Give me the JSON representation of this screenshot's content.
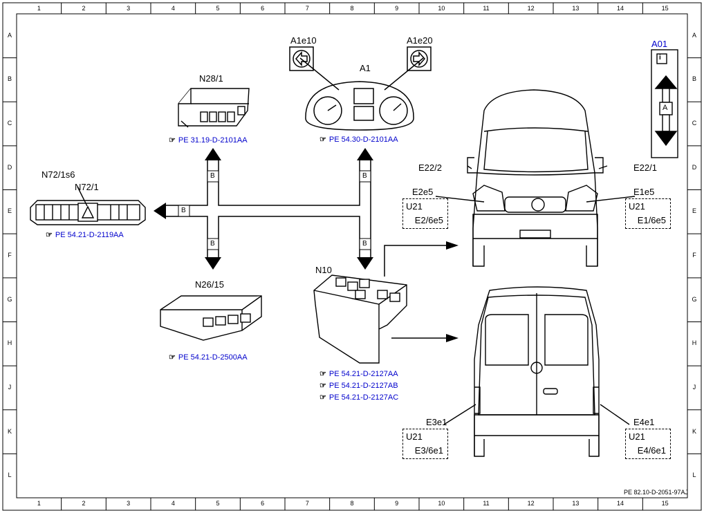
{
  "frame": {
    "columns": [
      "1",
      "2",
      "3",
      "4",
      "5",
      "6",
      "7",
      "8",
      "9",
      "10",
      "11",
      "12",
      "13",
      "14",
      "15"
    ],
    "rows": [
      "A",
      "B",
      "C",
      "D",
      "E",
      "F",
      "G",
      "H",
      "J",
      "K",
      "L"
    ]
  },
  "document_id": "PE 82.10-D-2051-97AJ",
  "nav": {
    "label": "A01",
    "info_icon": "info-icon",
    "marker": "A"
  },
  "components": {
    "a1": {
      "label": "A1",
      "ref": "PE 54.30-D-2101AA"
    },
    "a1e10": {
      "label": "A1e10"
    },
    "a1e20": {
      "label": "A1e20"
    },
    "n28_1": {
      "label": "N28/1",
      "ref": "PE 31.19-D-2101AA"
    },
    "n72_1": {
      "label": "N72/1",
      "ref": "PE 54.21-D-2119AA"
    },
    "n72_1s6": {
      "label": "N72/1s6"
    },
    "n26_15": {
      "label": "N26/15",
      "ref": "PE 54.21-D-2500AA"
    },
    "n10": {
      "label": "N10",
      "refs": [
        "PE 54.21-D-2127AA",
        "PE 54.21-D-2127AB",
        "PE 54.21-D-2127AC"
      ]
    }
  },
  "bus_label": "B",
  "vehicle_front": {
    "left_mirror": "E22/2",
    "right_mirror": "E22/1",
    "left_lamp": "E2e5",
    "right_lamp": "E1e5",
    "left_box": {
      "line1": "U21",
      "line2": "E2/6e5"
    },
    "right_box": {
      "line1": "U21",
      "line2": "E1/6e5"
    }
  },
  "vehicle_rear": {
    "left_lamp": "E3e1",
    "right_lamp": "E4e1",
    "left_box": {
      "line1": "U21",
      "line2": "E3/6e1"
    },
    "right_box": {
      "line1": "U21",
      "line2": "E4/6e1"
    }
  },
  "ref_icon": "pointing-hand-icon"
}
